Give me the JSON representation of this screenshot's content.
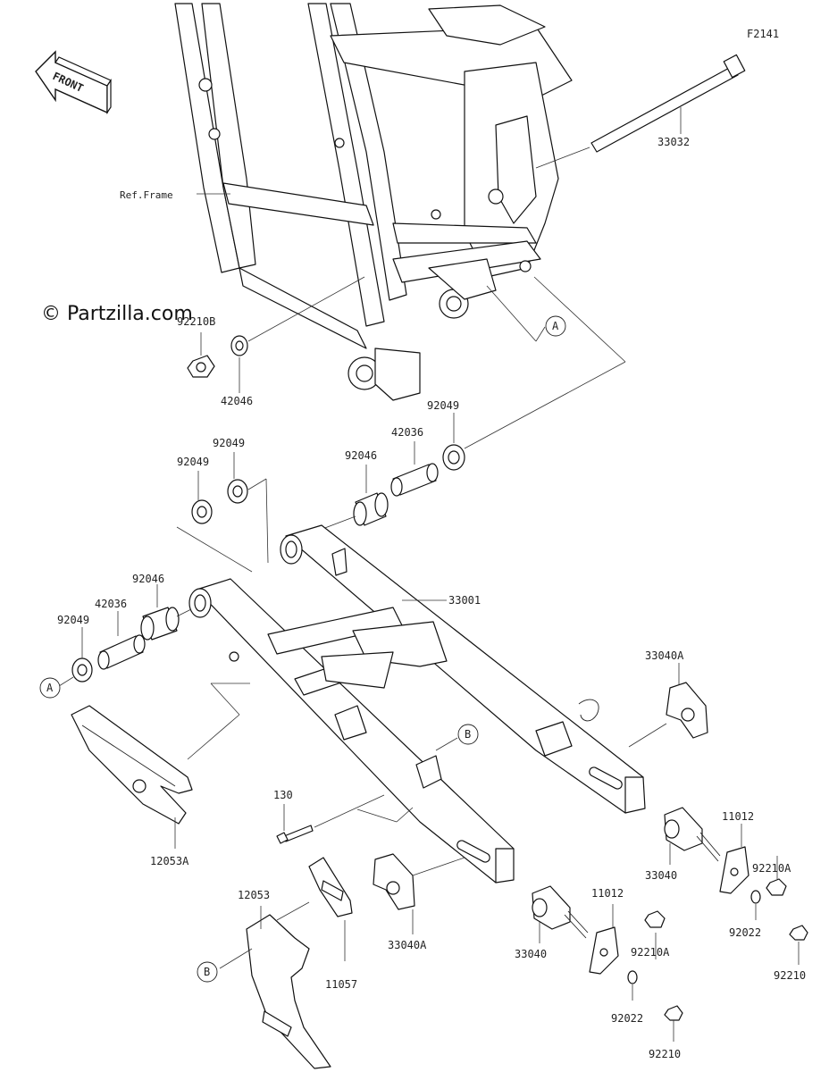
{
  "figure_code": "F2141",
  "front_label": "FRONT",
  "ref_frame_label": "Ref.Frame",
  "watermark": "© Partzilla.com",
  "callouts": {
    "A_top": "A",
    "A_left": "A",
    "B_right": "B",
    "B_left": "B"
  },
  "parts": {
    "p33032": "33032",
    "p92210B": "92210B",
    "p42046": "42046",
    "p92049_a": "92049",
    "p42036_a": "42036",
    "p92046_a": "92046",
    "p92049_b": "92049",
    "p92049_c": "92049",
    "p33001": "33001",
    "p92046_b": "92046",
    "p42036_b": "42036",
    "p92049_d": "92049",
    "p33040A_a": "33040A",
    "p130": "130",
    "p12053A": "12053A",
    "p11012_a": "11012",
    "p33040_a": "33040",
    "p92210A_a": "92210A",
    "p92022_a": "92022",
    "p92210_a": "92210",
    "p33040A_b": "33040A",
    "p33040_b": "33040",
    "p11012_b": "11012",
    "p12053": "12053",
    "p11057": "11057",
    "p92210A_b": "92210A",
    "p92022_b": "92022",
    "p92210_b": "92210"
  }
}
